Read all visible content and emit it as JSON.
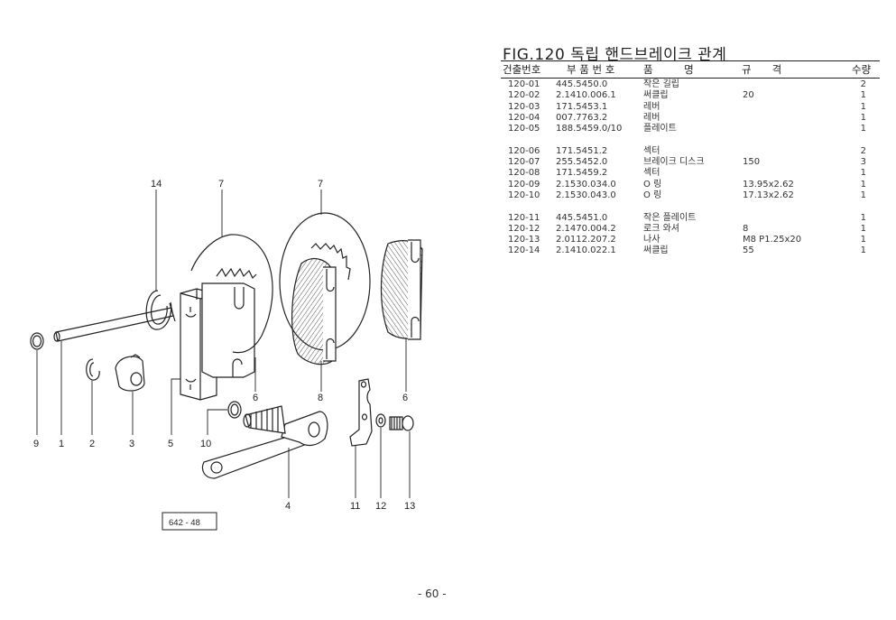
{
  "figure": {
    "title": "FIG.120 독립 핸드브레이크 관계",
    "page_number": "- 60 -",
    "drawing_code": "642 - 48",
    "callouts": [
      "14",
      "7",
      "7",
      "9",
      "1",
      "2",
      "3",
      "5",
      "10",
      "6",
      "8",
      "6",
      "4",
      "11",
      "12",
      "13"
    ]
  },
  "table": {
    "headers": {
      "no": "건출번호",
      "part": "부 품 번 호",
      "name": "품　　　명",
      "spec": "규　　격",
      "qty": "수량"
    },
    "groups": [
      [
        {
          "no": "120-01",
          "part": "445.5450.0",
          "name": "작은 길립",
          "spec": "",
          "qty": "2"
        },
        {
          "no": "120-02",
          "part": "2.1410.006.1",
          "name": "써클립",
          "spec": "20",
          "qty": "1"
        },
        {
          "no": "120-03",
          "part": "171.5453.1",
          "name": "레버",
          "spec": "",
          "qty": "1"
        },
        {
          "no": "120-04",
          "part": "007.7763.2",
          "name": "레버",
          "spec": "",
          "qty": "1"
        },
        {
          "no": "120-05",
          "part": "188.5459.0/10",
          "name": "플레이트",
          "spec": "",
          "qty": "1"
        }
      ],
      [
        {
          "no": "120-06",
          "part": "171.5451.2",
          "name": "섹터",
          "spec": "",
          "qty": "2"
        },
        {
          "no": "120-07",
          "part": "255.5452.0",
          "name": "브레이크 디스크",
          "spec": "150",
          "qty": "3"
        },
        {
          "no": "120-08",
          "part": "171.5459.2",
          "name": "섹터",
          "spec": "",
          "qty": "1"
        },
        {
          "no": "120-09",
          "part": "2.1530.034.0",
          "name": "O 링",
          "spec": "13.95x2.62",
          "qty": "1"
        },
        {
          "no": "120-10",
          "part": "2.1530.043.0",
          "name": "O 링",
          "spec": "17.13x2.62",
          "qty": "1"
        }
      ],
      [
        {
          "no": "120-11",
          "part": "445.5451.0",
          "name": "작은 플레이트",
          "spec": "",
          "qty": "1"
        },
        {
          "no": "120-12",
          "part": "2.1470.004.2",
          "name": "로크 와셔",
          "spec": "8",
          "qty": "1"
        },
        {
          "no": "120-13",
          "part": "2.0112.207.2",
          "name": "나사",
          "spec": "M8 P1.25x20",
          "qty": "1"
        },
        {
          "no": "120-14",
          "part": "2.1410.022.1",
          "name": "써클립",
          "spec": "55",
          "qty": "1"
        }
      ]
    ]
  }
}
